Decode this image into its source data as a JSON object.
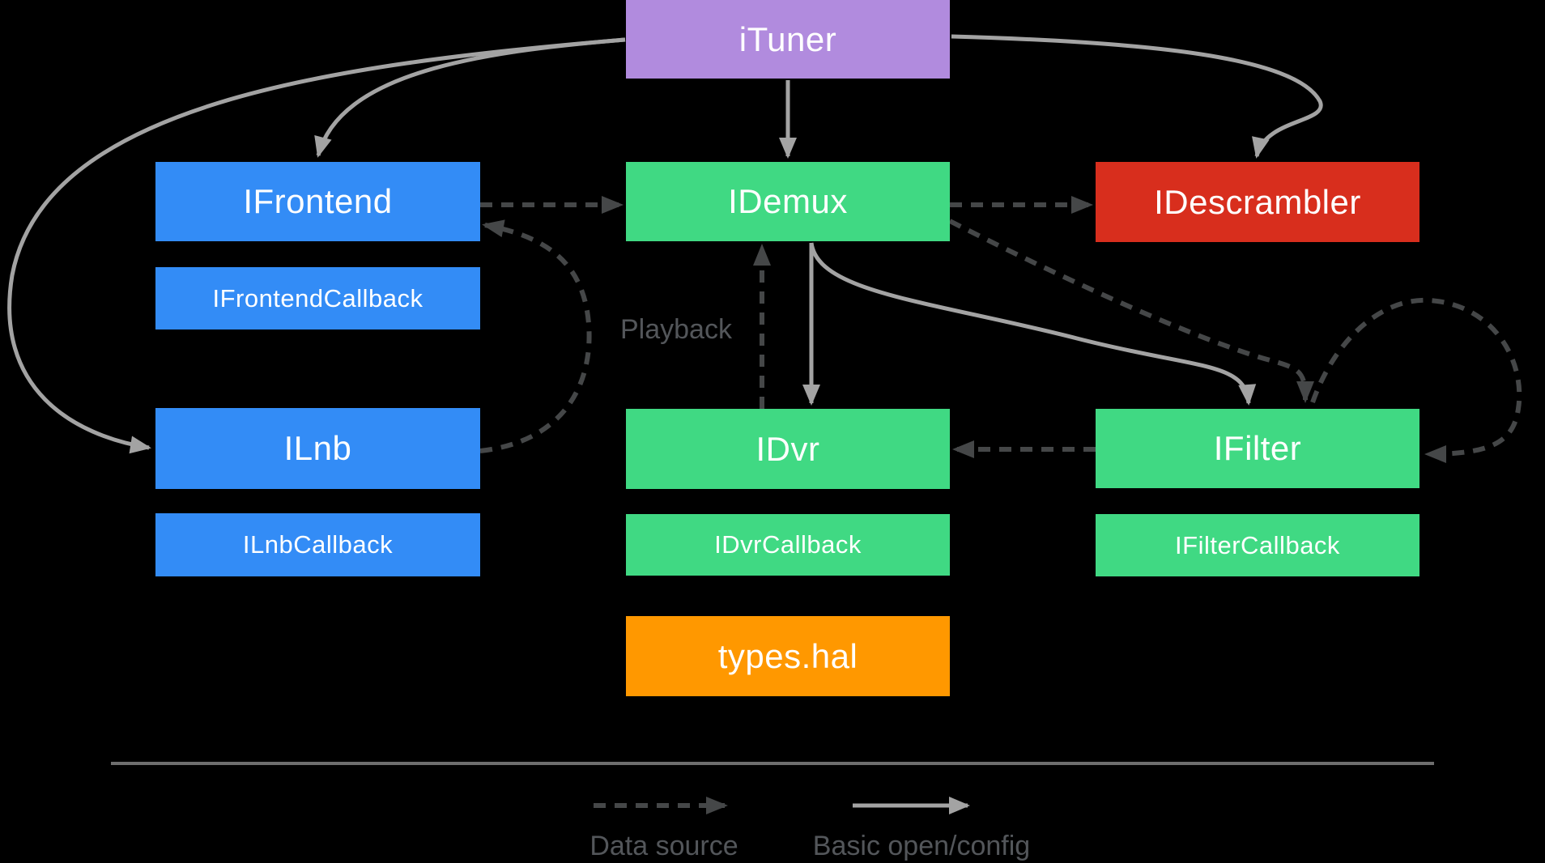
{
  "colors": {
    "background": "#000000",
    "purple": "#B18BDE",
    "blue": "#338CF6",
    "green": "#40D983",
    "red": "#D82E1D",
    "orange": "#FF9800",
    "box-text": "#FFFFFF",
    "solid-arrow": "#A3A3A3",
    "dashed-arrow": "#454748",
    "label-gray": "#53565A",
    "rule": "#6E6E6E"
  },
  "diagram": {
    "nodes": [
      {
        "id": "ituner",
        "label": "iTuner"
      },
      {
        "id": "ifrontend",
        "label": "IFrontend"
      },
      {
        "id": "idemux",
        "label": "IDemux"
      },
      {
        "id": "idescrambler",
        "label": "IDescrambler"
      },
      {
        "id": "ifrontendcallback",
        "label": "IFrontendCallback"
      },
      {
        "id": "ilnb",
        "label": "ILnb"
      },
      {
        "id": "idvr",
        "label": "IDvr"
      },
      {
        "id": "ifilter",
        "label": "IFilter"
      },
      {
        "id": "ilnbcallback",
        "label": "ILnbCallback"
      },
      {
        "id": "idvrcallback",
        "label": "IDvrCallback"
      },
      {
        "id": "ifiltercallback",
        "label": "IFilterCallback"
      },
      {
        "id": "typeshal",
        "label": "types.hal"
      }
    ],
    "edges": [
      {
        "from": "iTuner",
        "to": "IFrontend",
        "type": "basic_open_config"
      },
      {
        "from": "iTuner",
        "to": "IDemux",
        "type": "basic_open_config"
      },
      {
        "from": "iTuner",
        "to": "IDescrambler",
        "type": "basic_open_config"
      },
      {
        "from": "iTuner",
        "to": "ILnb",
        "type": "basic_open_config"
      },
      {
        "from": "IDemux",
        "to": "IDvr",
        "type": "basic_open_config"
      },
      {
        "from": "IDemux",
        "to": "IFilter",
        "type": "basic_open_config"
      },
      {
        "from": "IFrontend",
        "to": "IDemux",
        "type": "data_source"
      },
      {
        "from": "IDemux",
        "to": "IDescrambler",
        "type": "data_source"
      },
      {
        "from": "IDemux",
        "to": "IFilter",
        "type": "data_source"
      },
      {
        "from": "IFilter",
        "to": "IFilter",
        "type": "data_source"
      },
      {
        "from": "IFilter",
        "to": "IDvr",
        "type": "data_source"
      },
      {
        "from": "IDvr",
        "to": "IDemux",
        "type": "data_source",
        "label": "Playback"
      },
      {
        "from": "ILnb",
        "to": "IFrontend",
        "type": "data_source"
      }
    ],
    "edge_labels": {
      "playback": "Playback"
    },
    "legend": {
      "data_source": "Data source",
      "basic_open_config": "Basic open/config"
    }
  }
}
